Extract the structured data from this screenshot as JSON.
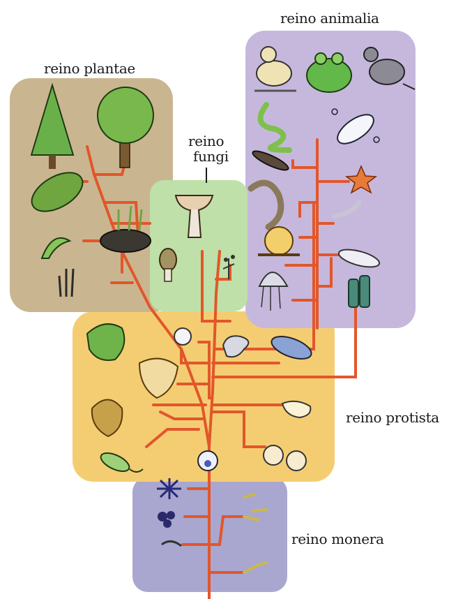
{
  "labels": {
    "plantae": "reino plantae",
    "animalia": "reino animalia",
    "fungi_line1": "reino",
    "fungi_line2": "fungi",
    "protista": "reino protista",
    "monera": "reino monera"
  },
  "colors": {
    "plantae": "#c9b690",
    "animalia": "#c6b8dd",
    "fungi": "#bfe0a8",
    "protista": "#f4cd73",
    "monera": "#a9a7cf",
    "branch": "#e2562a"
  },
  "organisms": {
    "plantae": [
      "pine-tree",
      "palm-tree",
      "fern",
      "moss",
      "liverwort",
      "horsetail"
    ],
    "animalia": [
      "bird",
      "frog",
      "rat",
      "snake",
      "fish",
      "insect",
      "starfish",
      "worm",
      "flatworm",
      "snail",
      "leech",
      "jellyfish",
      "sponge"
    ],
    "fungi": [
      "mushroom",
      "morel",
      "mold"
    ],
    "protista": [
      "green-alga",
      "brown-alga",
      "red-alga",
      "pearl-cell",
      "amoeba",
      "paramecium",
      "slime-mold",
      "euglena",
      "flagellate",
      "diatoms"
    ],
    "monera": [
      "cyanobacteria",
      "bacteria-cluster",
      "spiral-bacteria",
      "bacilli",
      "rod-bacteria"
    ]
  }
}
